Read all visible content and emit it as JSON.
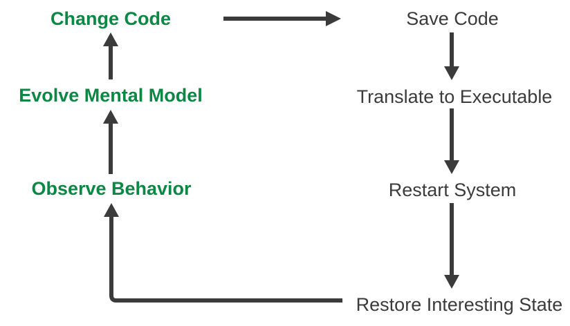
{
  "diagram": {
    "background": "#ffffff",
    "colors": {
      "mental_loop_text": "#0B8843",
      "system_steps_text": "#3B3B3B",
      "arrow": "#3B3B3B"
    },
    "mental_loop": {
      "change_code": "Change Code",
      "evolve_mental_model": "Evolve Mental Model",
      "observe_behavior": "Observe Behavior"
    },
    "system_steps": {
      "save_code": "Save Code",
      "translate_to_executable": "Translate to Executable",
      "restart_system": "Restart System",
      "restore_interesting_state": "Restore Interesting State"
    },
    "edges": [
      {
        "from": "Change Code",
        "to": "Save Code"
      },
      {
        "from": "Save Code",
        "to": "Translate to Executable"
      },
      {
        "from": "Translate to Executable",
        "to": "Restart System"
      },
      {
        "from": "Restart System",
        "to": "Restore Interesting State"
      },
      {
        "from": "Restore Interesting State",
        "to": "Observe Behavior"
      },
      {
        "from": "Observe Behavior",
        "to": "Evolve Mental Model"
      },
      {
        "from": "Evolve Mental Model",
        "to": "Change Code"
      }
    ]
  }
}
